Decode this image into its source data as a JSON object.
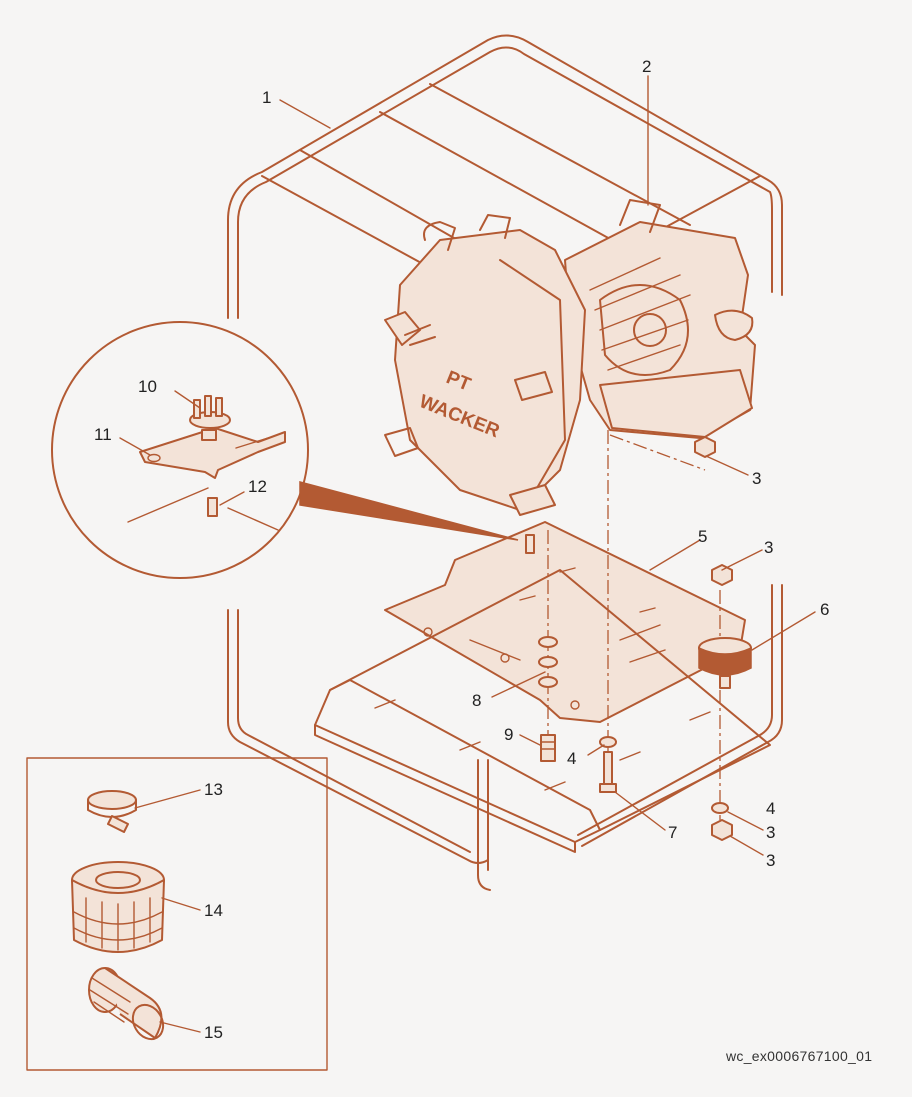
{
  "callouts": [
    "1",
    "2",
    "3",
    "3",
    "3",
    "3",
    "4",
    "4",
    "5",
    "6",
    "7",
    "8",
    "9",
    "10",
    "11",
    "12",
    "13",
    "14",
    "15"
  ],
  "brand_text": {
    "line1": "PT",
    "line2": "WACKER"
  },
  "reference_code": "wc_ex0006767100_01",
  "colors": {
    "line": "#b35a33",
    "fill": "#f3e3d8",
    "text": "#222222",
    "background": "#f6f5f4"
  }
}
